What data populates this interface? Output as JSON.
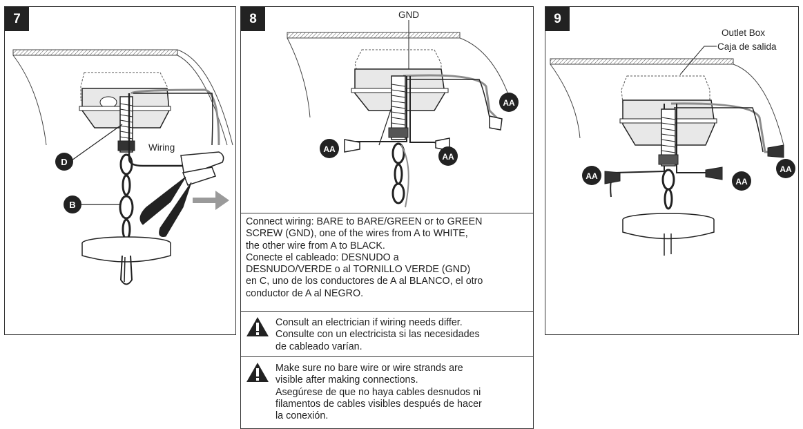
{
  "steps": {
    "s7": {
      "number": "7",
      "labels": {
        "wiring": "Wiring"
      },
      "callouts": {
        "d": "D",
        "b": "B"
      }
    },
    "s8": {
      "number": "8",
      "labels": {
        "gnd": "GND"
      },
      "callouts": {
        "aa": "AA"
      },
      "instructions": [
        "Connect wiring: BARE to BARE/GREEN or to GREEN",
        "SCREW (GND), one of the wires from A to WHITE,",
        "the other wire from A to BLACK.",
        "Conecte el cableado: DESNUDO a",
        "DESNUDO/VERDE o al TORNILLO VERDE (GND)",
        "en C, uno de los conductores de A al BLANCO, el otro",
        "conductor de A al NEGRO."
      ],
      "warnings": [
        {
          "icon": "warning-icon",
          "lines": [
            "Consult an electrician if wiring needs differ.",
            "Consulte con un electricista si las necesidades",
            "de cableado varían."
          ]
        },
        {
          "icon": "warning-icon",
          "lines": [
            "Make sure no bare wire or wire strands are",
            "visible after making connections.",
            "Asegúrese de que no haya cables desnudos ni",
            "filamentos de cables visibles después de hacer",
            "la conexión."
          ]
        }
      ]
    },
    "s9": {
      "number": "9",
      "labels": {
        "outlet_en": "Outlet Box",
        "outlet_es": "Caja de salida"
      },
      "callouts": {
        "aa": "AA"
      }
    }
  },
  "colors": {
    "ink": "#222222",
    "accent_gray": "#8c8c8c",
    "arrow_gray": "#9a9a9a"
  }
}
